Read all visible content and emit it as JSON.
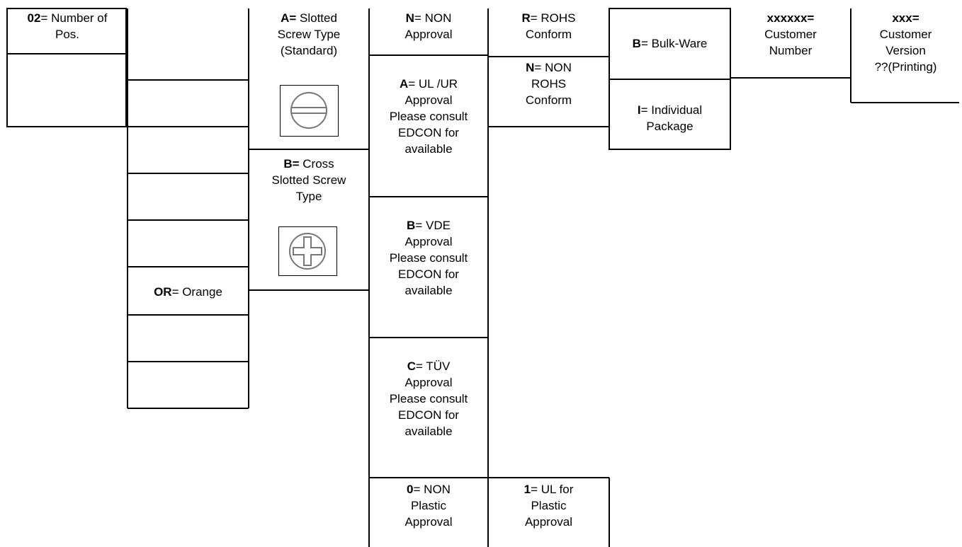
{
  "positions": {
    "number_of_pos": {
      "code": "02",
      "text": "= Number of\nPos."
    }
  },
  "color_options": {
    "orange": {
      "code": "OR",
      "text": "= Orange"
    }
  },
  "screw_types": {
    "slotted": {
      "code": "A=",
      "text": " Slotted\nScrew Type\n(Standard)",
      "icon": "slotted-screw-icon"
    },
    "cross": {
      "code": "B=",
      "text": " Cross\nSlotted Screw\nType",
      "icon": "cross-slotted-screw-icon"
    }
  },
  "approvals": {
    "non": {
      "code": "N",
      "text": "= NON\nApproval"
    },
    "ul_ur": {
      "code": "A",
      "text": "= UL /UR\nApproval\nPlease consult\nEDCON for\navailable"
    },
    "vde": {
      "code": "B",
      "text": "= VDE\nApproval\nPlease consult\nEDCON for\navailable"
    },
    "tuv": {
      "code": "C",
      "text": "= TÜV\nApproval\nPlease consult\nEDCON for\navailable"
    },
    "plastic_non": {
      "code": "0",
      "text": "= NON\nPlastic\nApproval"
    }
  },
  "rohs": {
    "conform": {
      "code": "R",
      "text": "= ROHS\nConform"
    },
    "non_conform": {
      "code": "N",
      "text": "= NON\nROHS\nConform"
    },
    "ul_plastic": {
      "code": "1",
      "text": "= UL for\nPlastic\nApproval"
    }
  },
  "packaging": {
    "bulk": {
      "code": "B",
      "text": "= Bulk-Ware"
    },
    "individual": {
      "code": "I",
      "text": "= Individual\nPackage"
    }
  },
  "customer": {
    "number": {
      "code": "xxxxxx=",
      "text": "\nCustomer\nNumber"
    },
    "version": {
      "code": "xxx=",
      "text": "\nCustomer\nVersion\n??(Printing)"
    }
  }
}
